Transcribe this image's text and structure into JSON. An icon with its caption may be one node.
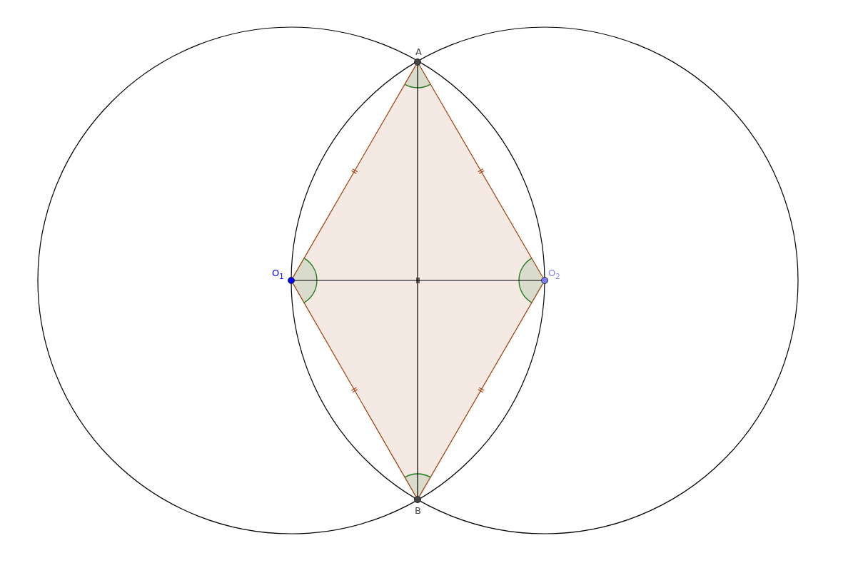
{
  "diagram": {
    "nodes": [
      {
        "text": [
          "A"
        ]
      },
      {
        "text": [
          "O$_{1}$"
        ]
      },
      {
        "text": [
          "O$_{2}$"
        ]
      },
      {
        "text": [
          "B"
        ]
      }
    ],
    "edges": [
      {
        "from": 1,
        "to": 0,
        "arrow": "none"
      },
      {
        "from": 0,
        "to": 2,
        "arrow": "none"
      },
      {
        "from": 2,
        "to": 3,
        "arrow": "none"
      },
      {
        "from": 3,
        "to": 1,
        "arrow": "none"
      },
      {
        "from": 1,
        "to": 2,
        "arrow": "none",
        "color": "#000000"
      },
      {
        "from": 0,
        "to": 3,
        "arrow": "none",
        "color": "#000000"
      }
    ]
  }
}
